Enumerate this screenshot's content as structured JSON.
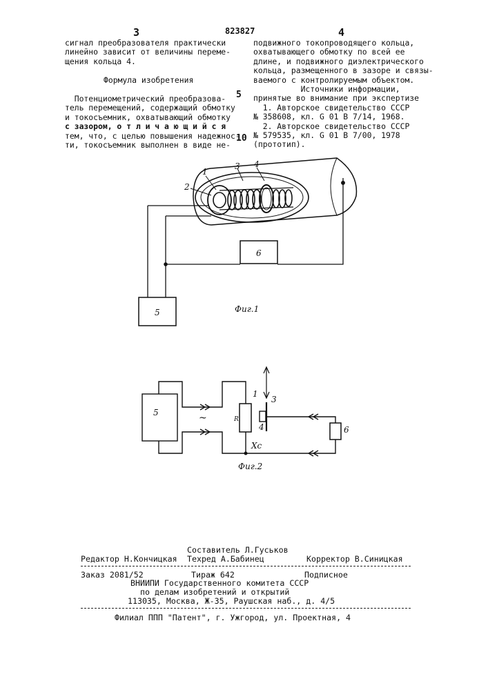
{
  "header": {
    "left_page": "3",
    "doc_number": "823827",
    "right_page": "4"
  },
  "left_col": {
    "top_lines": [
      "сигнал преобразователя практически",
      "линейно зависит от величины переме-",
      "щения кольца 4."
    ],
    "claims_heading": "Формула изобретения",
    "claims_lines": [
      "  Потенциометрический преобразова-",
      "тель перемещений, содержащий обмотку",
      "и токосъемник, охватывающий обмотку",
      "с зазором, о т л и ч а ю щ и й с я",
      "тем, что, с целью повышения надежнос-",
      "ти, токосъемник выполнен в виде не-"
    ]
  },
  "right_col": {
    "lines": [
      "подвижного токопроводящего кольца,",
      "охватывающего обмотку по всей ее",
      "длине, и подвижного диэлектрического",
      "кольца, размещенного в зазоре и связы-",
      "ваемого с контролируемым объектом."
    ],
    "sources_heading": [
      "          Источники информации,",
      "принятые во внимание при экспертизе"
    ],
    "sources": [
      "  1. Авторское свидетельство СССР",
      "№ 358608, кл. G 01 В 7/14, 1968.",
      "  2. Авторское свидетельство СССР",
      "№ 579535, кл. G 01 В 7/00, 1978",
      "(прототип)."
    ]
  },
  "margin_numbers": [
    "5",
    "10"
  ],
  "fig1": {
    "caption": "Фиг.1",
    "labels": [
      "1",
      "2",
      "3",
      "4",
      "5",
      "6"
    ]
  },
  "fig2": {
    "caption": "Фиг.2",
    "labels": [
      "1",
      "3",
      "4",
      "5",
      "6",
      "~",
      "R",
      "Xc"
    ]
  },
  "footer": {
    "composer": "Составитель Л.Гуськов",
    "editor": "Редактор Н.Кончицкая",
    "techeditor": "Техред А.Бабинец",
    "corrector": "Корректор В.Синицкая",
    "order": "Заказ 2081/52",
    "edition": "Тираж 642",
    "subscription": "Подписное",
    "org1": "ВНИИПИ Государственного комитета СССР",
    "org2": "по делам изобретений и открытий",
    "address": "113035, Москва, Ж-35, Раушская наб., д. 4/5",
    "branch": "Филиал ППП \"Патент\", г. Ужгород, ул. Проектная, 4"
  }
}
